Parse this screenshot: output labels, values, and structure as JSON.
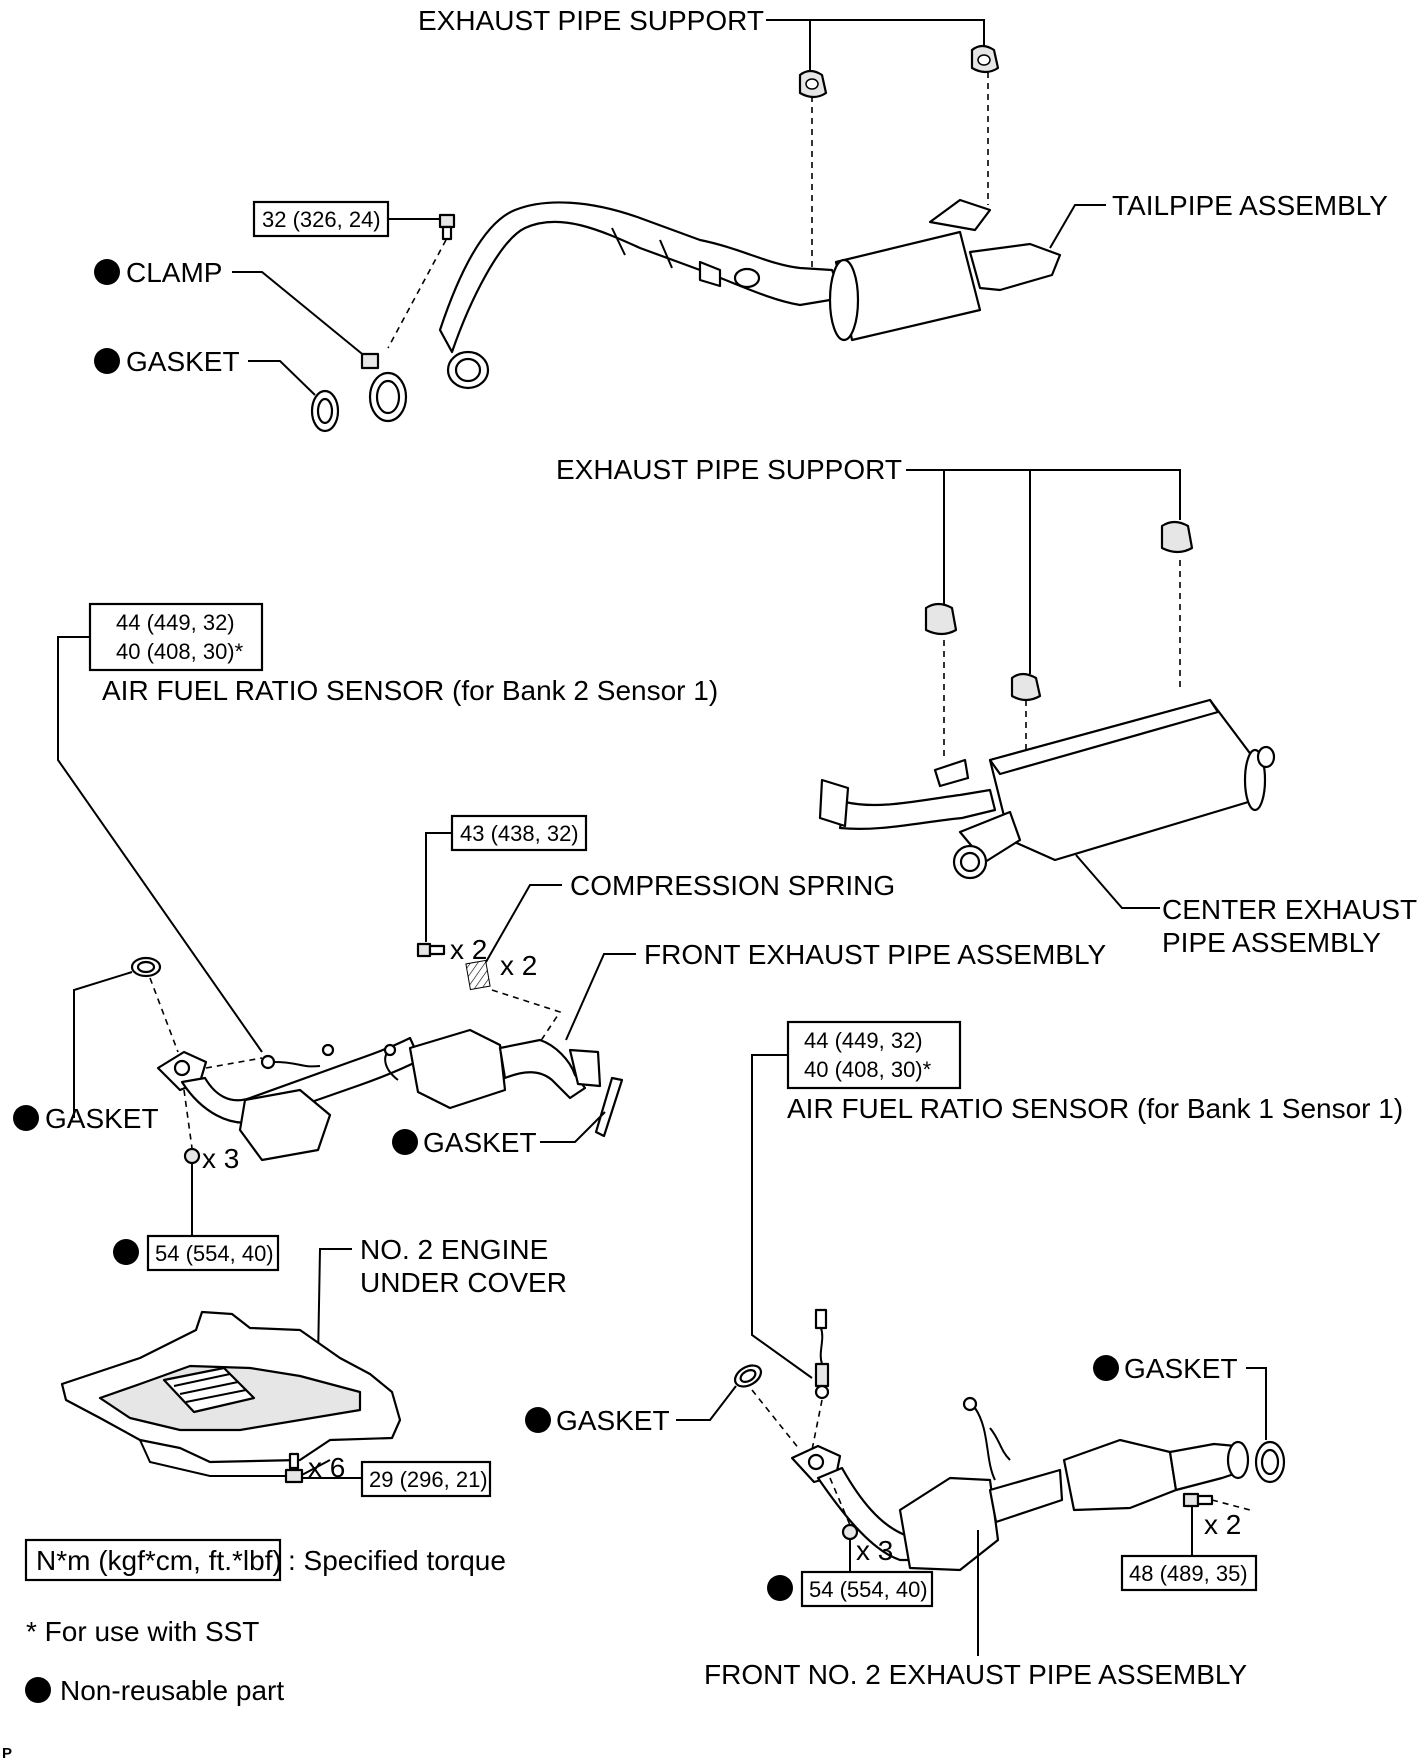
{
  "labels": {
    "exhaust_pipe_support_top": "EXHAUST PIPE SUPPORT",
    "tailpipe_assembly": "TAILPIPE ASSEMBLY",
    "clamp": "CLAMP",
    "gasket_top": "GASKET",
    "exhaust_pipe_support_mid": "EXHAUST PIPE SUPPORT",
    "center_exhaust_line1": "CENTER EXHAUST",
    "center_exhaust_line2": "PIPE ASSEMBLY",
    "air_fuel_bank2": "AIR FUEL RATIO SENSOR (for Bank 2 Sensor 1)",
    "compression_spring": "COMPRESSION SPRING",
    "front_exhaust_pipe": "FRONT EXHAUST PIPE ASSEMBLY",
    "gasket_left": "GASKET",
    "gasket_mid": "GASKET",
    "air_fuel_bank1": "AIR FUEL RATIO SENSOR (for Bank 1 Sensor 1)",
    "no2_under_cover_line1": "NO. 2 ENGINE",
    "no2_under_cover_line2": "UNDER COVER",
    "gasket_right": "GASKET",
    "gasket_lower_left": "GASKET",
    "front_no2_exhaust_pipe": "FRONT NO. 2 EXHAUST PIPE ASSEMBLY"
  },
  "torques": {
    "tailpipe_bolt": "32 (326, 24)",
    "sensor_bank2_line1": "44 (449, 32)",
    "sensor_bank2_line2": "40 (408, 30)*",
    "spring_bolt": "43 (438, 32)",
    "front_pipe_nut": "54 (554, 40)",
    "cover_bolt": "29 (296, 21)",
    "sensor_bank1_line1": "44 (449, 32)",
    "sensor_bank1_line2": "40 (408, 30)*",
    "front_no2_nut": "54 (554, 40)",
    "front_no2_bolt": "48 (489, 35)"
  },
  "quantities": {
    "spring_bolt_qty": "x 2",
    "spring_qty": "x 2",
    "front_nut_qty": "x 3",
    "cover_bolt_qty": "x 6",
    "front_no2_nut_qty": "x 3",
    "front_no2_bolt_qty": "x 2"
  },
  "legend": {
    "torque_box": "N*m (kgf*cm, ft.*lbf)",
    "torque_desc": ": Specified torque",
    "sst_note": "* For use with SST",
    "non_reusable": "Non-reusable part"
  },
  "corner_mark": "P"
}
